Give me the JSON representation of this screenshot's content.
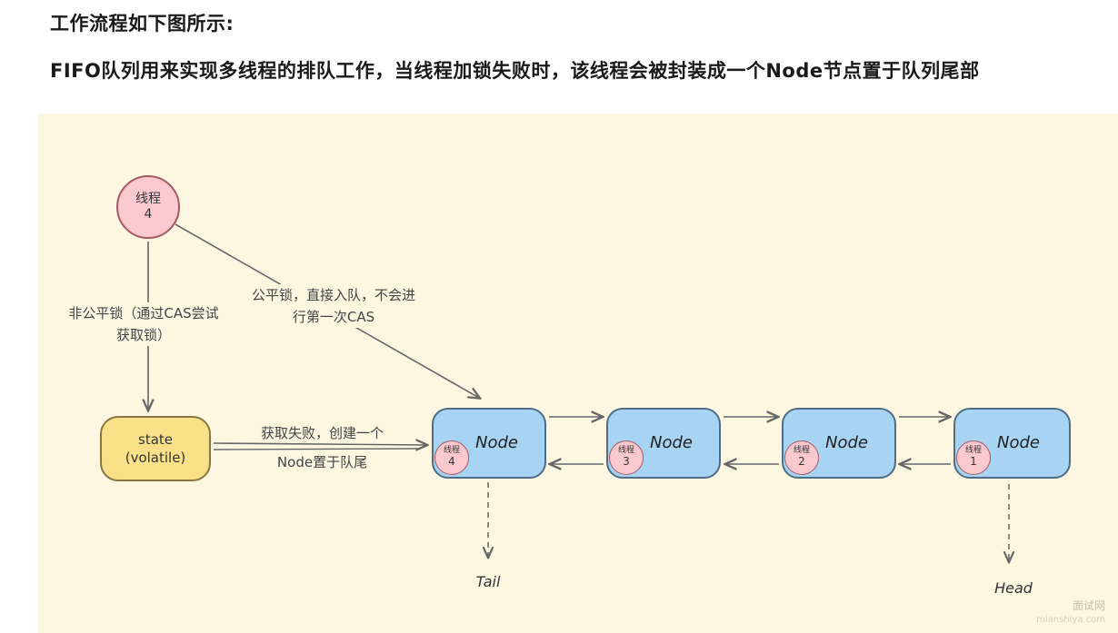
{
  "header": {
    "line1": "工作流程如下图所示:",
    "line2": "FIFO队列用来实现多线程的排队工作，当线程加锁失败时，该线程会被封装成一个Node节点置于队列尾部"
  },
  "diagram": {
    "thread_circle": {
      "label": "线程",
      "number": "4"
    },
    "state_box": {
      "line1": "state",
      "line2": "(volatile)"
    },
    "annotations": {
      "unfair_line1": "非公平锁（通过CAS尝试",
      "unfair_line2": "获取锁）",
      "fair_line1": "公平锁，直接入队，不会进",
      "fair_line2": "行第一次CAS",
      "fail_line1": "获取失败，创建一个",
      "fail_line2": "Node置于队尾"
    },
    "nodes": [
      {
        "label": "Node",
        "thread_label": "线程",
        "thread_number": "4"
      },
      {
        "label": "Node",
        "thread_label": "线程",
        "thread_number": "3"
      },
      {
        "label": "Node",
        "thread_label": "线程",
        "thread_number": "2"
      },
      {
        "label": "Node",
        "thread_label": "线程",
        "thread_number": "1"
      }
    ],
    "tail_label": "Tail",
    "head_label": "Head",
    "watermark": {
      "line1": "面试网",
      "line2": "mianshiya.com"
    },
    "colors": {
      "canvas_bg": "#fdf7e2",
      "node_fill": "#a7d4f2",
      "node_border": "#4e6e87",
      "state_fill": "#fae189",
      "state_border": "#8a7540",
      "thread_fill": "#f9c9cf",
      "thread_border": "#a85862",
      "arrow": "#666666"
    }
  }
}
